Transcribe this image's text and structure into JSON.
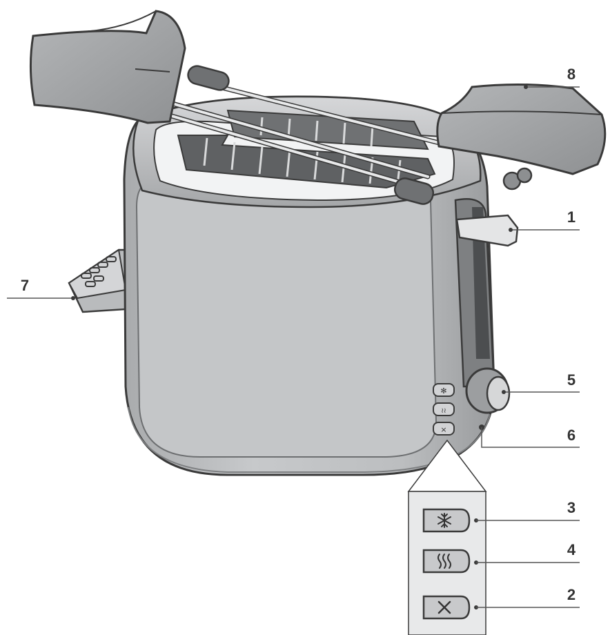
{
  "diagram": {
    "subject": "two-slice toaster with bun warmer rack, crumb tray and control buttons",
    "callouts": [
      {
        "id": "1",
        "label": "1",
        "part": "lever"
      },
      {
        "id": "2",
        "label": "2",
        "part": "cancel-button"
      },
      {
        "id": "3",
        "label": "3",
        "part": "defrost-button"
      },
      {
        "id": "4",
        "label": "4",
        "part": "reheat-button"
      },
      {
        "id": "5",
        "label": "5",
        "part": "browning-control-knob"
      },
      {
        "id": "6",
        "label": "6",
        "part": "indicator"
      },
      {
        "id": "7",
        "label": "7",
        "part": "crumb-tray"
      },
      {
        "id": "8",
        "label": "8",
        "part": "bun-warmer-rack"
      }
    ],
    "button_icons": [
      {
        "button": "defrost",
        "icon": "snowflake-icon"
      },
      {
        "button": "reheat",
        "icon": "heat-waves-icon"
      },
      {
        "button": "cancel",
        "icon": "cross-icon"
      }
    ],
    "colors": {
      "body": "#c2c4c6",
      "body_dark": "#8d8f91",
      "outline": "#3a3a3a",
      "panel": "#e6e7e8",
      "button": "#c8c9cb",
      "label": "#333333"
    }
  }
}
